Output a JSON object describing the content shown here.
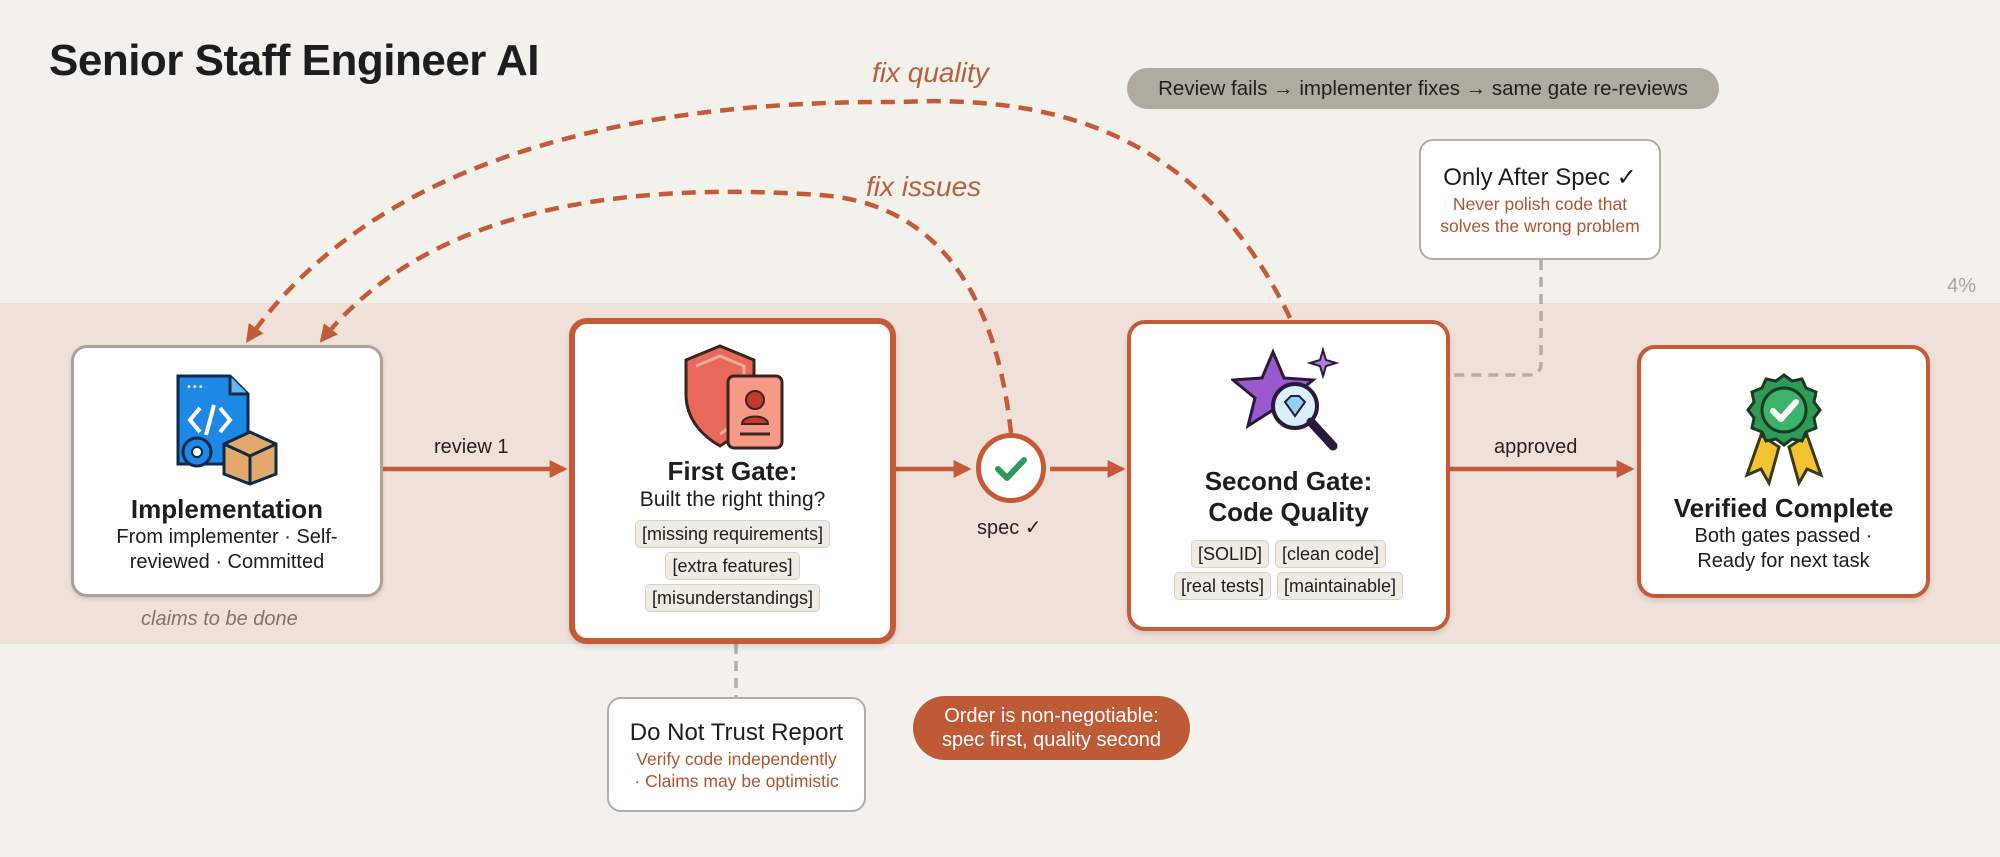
{
  "title": "Senior Staff Engineer AI",
  "corner_percent": "4%",
  "loop_note": "Review fails → implementer fixes → same gate re-reviews",
  "order_note": {
    "line1": "Order is non-negotiable:",
    "line2": "spec first, quality second"
  },
  "loops": {
    "fix_quality": "fix quality",
    "fix_issues": "fix issues"
  },
  "edges": {
    "review1": "review 1",
    "approved": "approved",
    "spec_check": "spec ✓"
  },
  "nodes": {
    "implementation": {
      "title": "Implementation",
      "sub1": "From implementer · Self-",
      "sub2": "reviewed · Committed",
      "caption": "claims to be done",
      "icon": "code-file-gear-box-icon"
    },
    "first_gate": {
      "title": "First Gate:",
      "sub": "Built the right thing?",
      "tags": [
        "[missing requirements]",
        "[extra features]",
        "[misunderstandings]"
      ],
      "icon": "shield-badge-icon"
    },
    "second_gate": {
      "title1": "Second Gate:",
      "title2": "Code Quality",
      "tags_row1": [
        "[SOLID]",
        "[clean code]"
      ],
      "tags_row2": [
        "[real tests]",
        "[maintainable]"
      ],
      "icon": "star-magnifier-icon"
    },
    "verified": {
      "title": "Verified Complete",
      "sub1": "Both gates passed ·",
      "sub2": "Ready for next task",
      "icon": "award-ribbon-icon"
    }
  },
  "notes": {
    "do_not_trust": {
      "title": "Do Not Trust Report",
      "line1": "Verify code independently",
      "line2": "· Claims may be optimistic"
    },
    "only_after": {
      "title": "Only After Spec ✓",
      "line1": "Never polish code that",
      "line2": "solves the wrong problem"
    }
  },
  "colors": {
    "accent": "#c55a36",
    "band": "#efe1da",
    "background": "#f3f1ec",
    "gray_pill": "#b0aba0"
  }
}
